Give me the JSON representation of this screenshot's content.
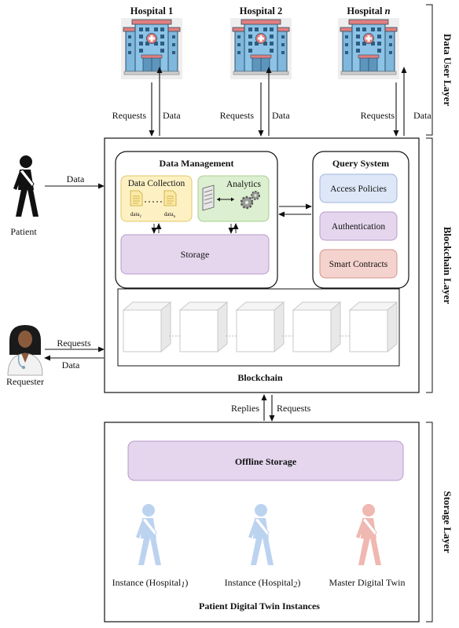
{
  "layers": {
    "data_user": "Data User Layer",
    "blockchain": "Blockchain Layer",
    "storage": "Storage Layer"
  },
  "hospitals": [
    {
      "name": "Hospital 1"
    },
    {
      "name": "Hospital 2"
    },
    {
      "name": "Hospital",
      "italic_suffix": "n"
    }
  ],
  "hospital_links": {
    "requests": "Requests",
    "data": "Data"
  },
  "patient": {
    "label": "Patient",
    "link": "Data"
  },
  "requester": {
    "label": "Requester",
    "requests": "Requests",
    "data": "Data"
  },
  "data_management": {
    "title": "Data Management",
    "collection": "Data Collection",
    "data_first": "data",
    "data_first_sub": "1",
    "data_last": "data",
    "data_last_sub": "n",
    "analytics": "Analytics",
    "storage": "Storage"
  },
  "query_system": {
    "title": "Query System",
    "items": [
      "Access Policies",
      "Authentication",
      "Smart Contracts"
    ]
  },
  "blockchain": {
    "label": "Blockchain"
  },
  "middle_links": {
    "replies": "Replies",
    "requests": "Requests"
  },
  "storage_layer": {
    "offline": "Offline Storage",
    "instances": [
      {
        "prefix": "Instance (Hospital",
        "sub": "1",
        "suffix": ")"
      },
      {
        "prefix": "Instance (Hospital",
        "sub": "2",
        "suffix": ")"
      },
      {
        "prefix": "Master Digital Twin",
        "sub": "",
        "suffix": ""
      }
    ],
    "caption": "Patient Digital Twin Instances"
  },
  "colors": {
    "collection_fill": "#fdf1c4",
    "collection_stroke": "#e2c766",
    "analytics_fill": "#dcefd0",
    "analytics_stroke": "#a9cc8f",
    "storage_fill": "#e5d6ee",
    "storage_stroke": "#b89ac9",
    "access_fill": "#dde7f7",
    "access_stroke": "#9db4dc",
    "auth_fill": "#e5d6ee",
    "auth_stroke": "#b89ac9",
    "smart_fill": "#f4d2cd",
    "smart_stroke": "#d59189",
    "twin_blue": "#bcd3f0",
    "twin_red": "#efb8b0"
  }
}
